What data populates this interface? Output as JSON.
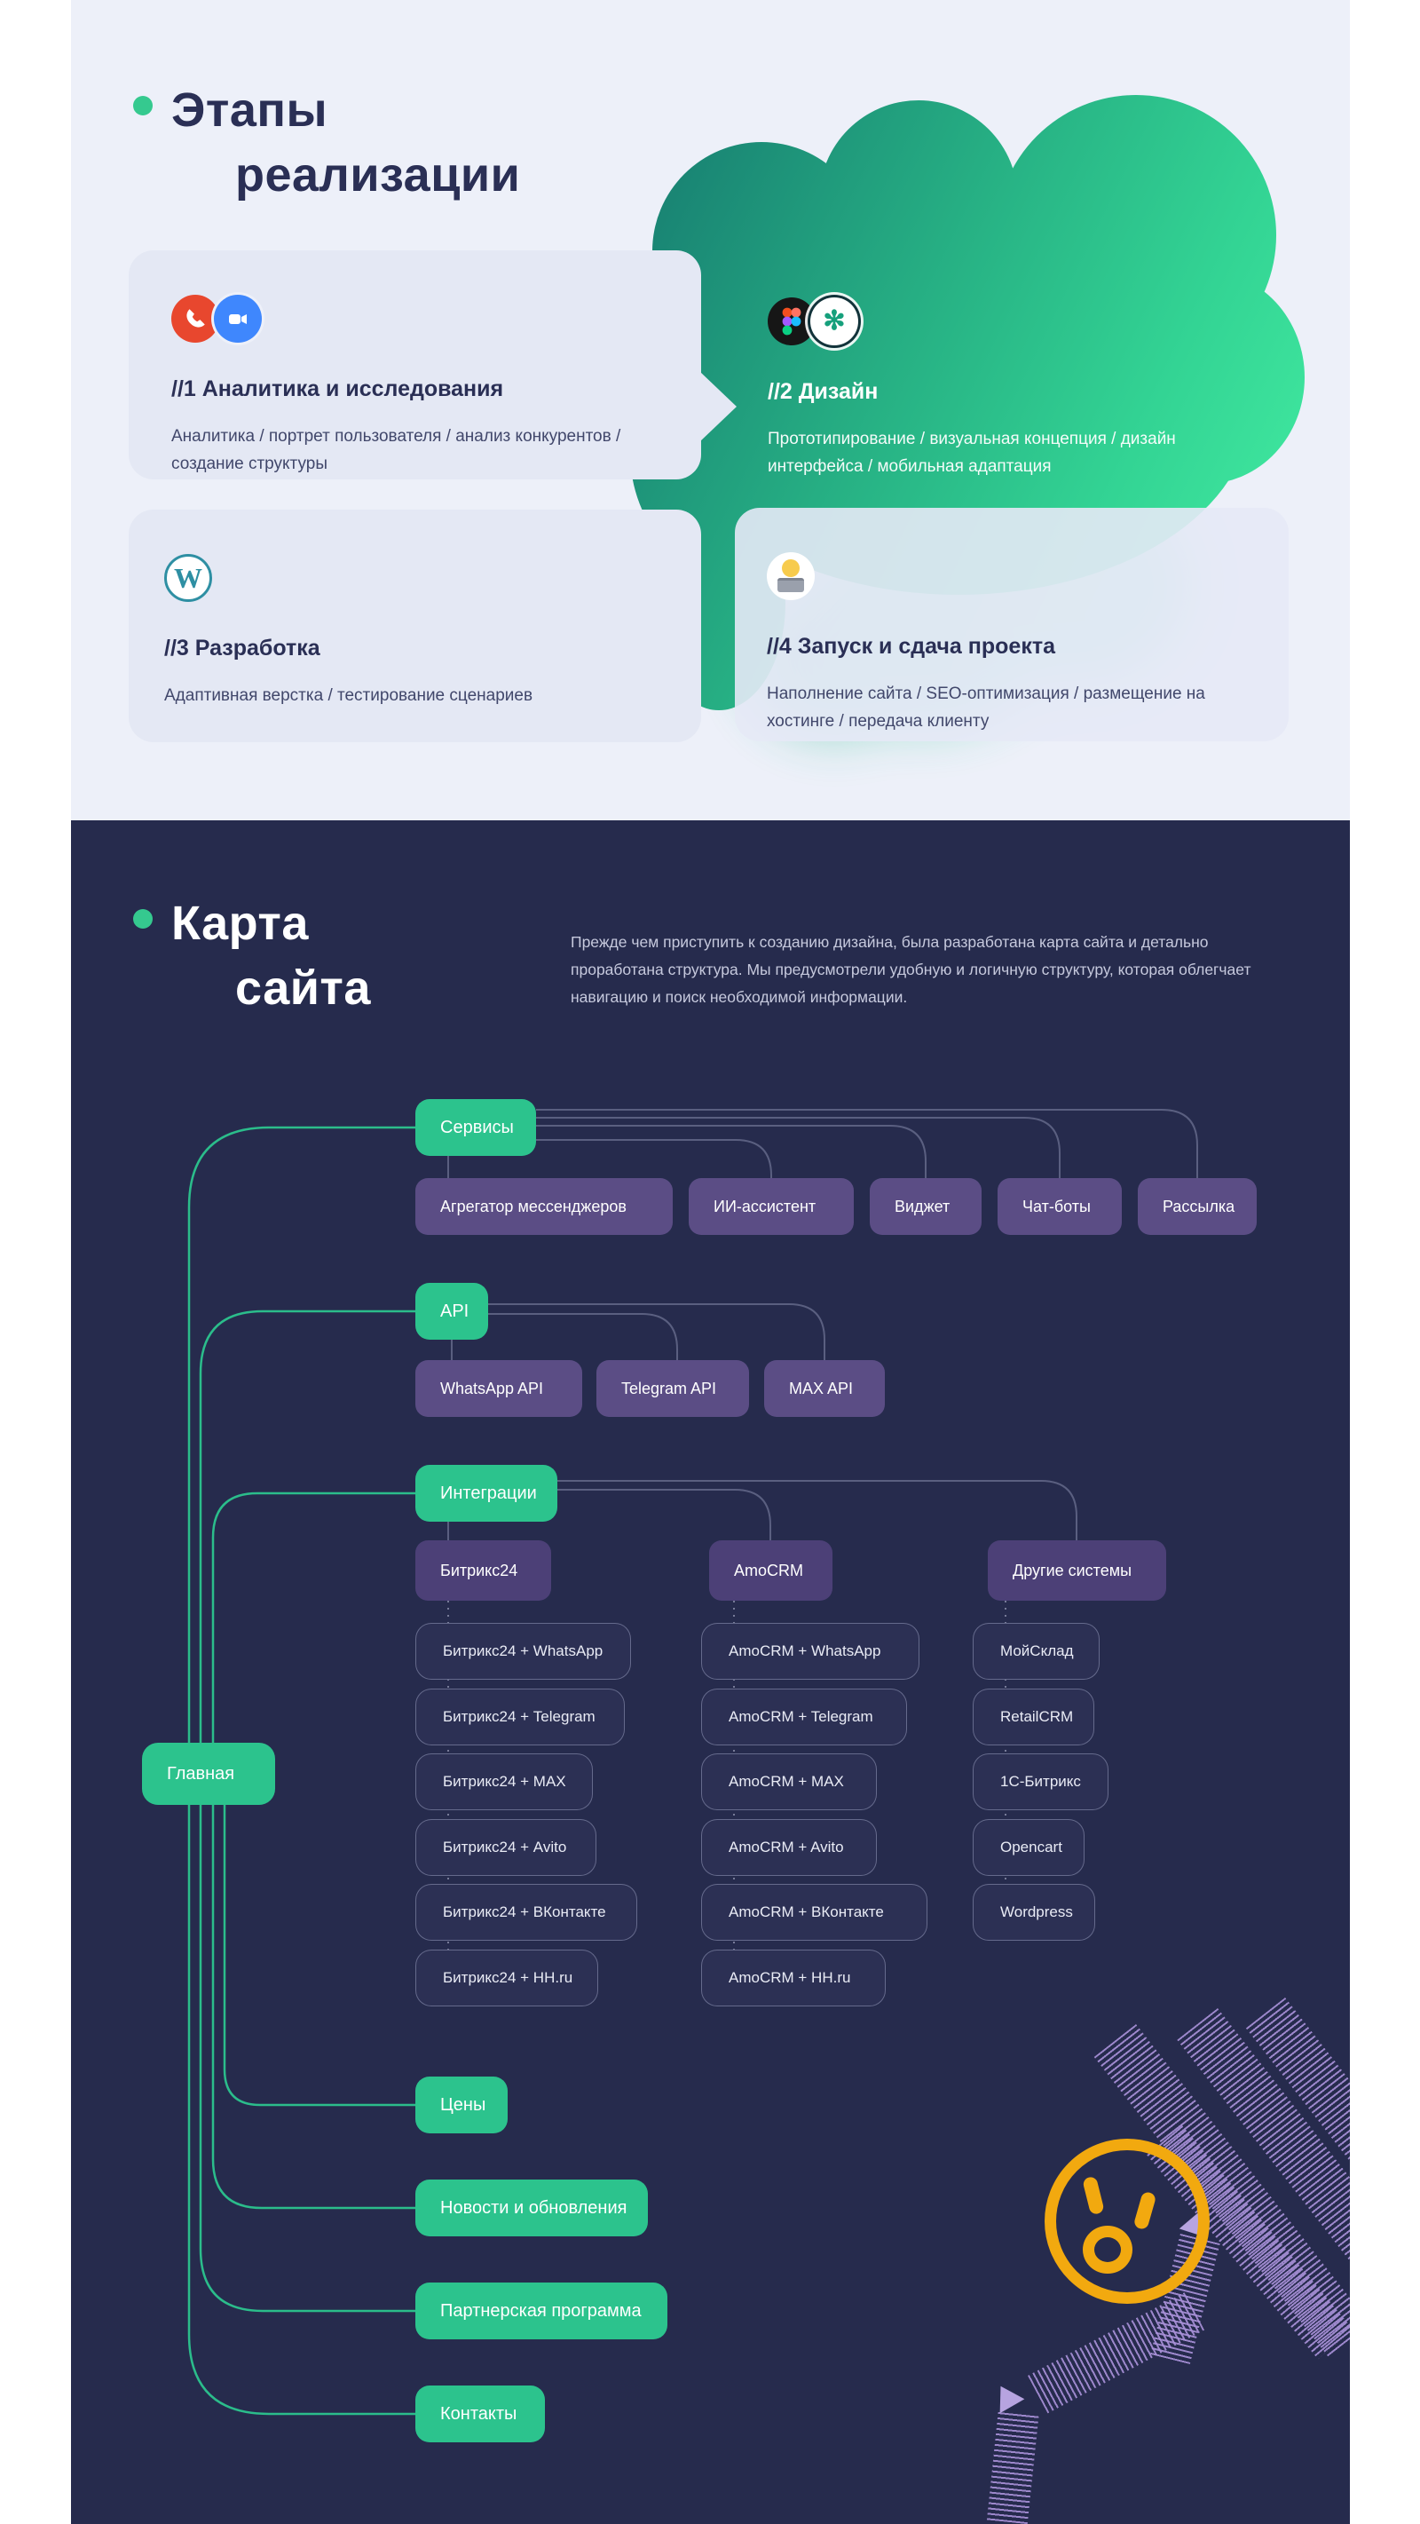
{
  "stages": {
    "title_line1": "Этапы",
    "title_line2": "реализации",
    "cards": [
      {
        "title": "//1 Аналитика и исследования",
        "body": "Аналитика / портрет пользователя / анализ конкурентов / создание структуры",
        "icons": [
          "phone-icon",
          "zoom-video-icon"
        ]
      },
      {
        "title": "//2 Дизайн",
        "body": "Прототипирование / визуальная концепция / дизайн интерфейса / мобильная адаптация",
        "icons": [
          "figma-icon",
          "chatgpt-icon"
        ]
      },
      {
        "title": "//3 Разработка",
        "body": "Адаптивная верстка / тестирование сценариев",
        "icons": [
          "wordpress-icon"
        ]
      },
      {
        "title": "//4 Запуск и сдача проекта",
        "body": "Наполнение сайта / SEO-оптимизация / размещение на хостинге / передача клиенту",
        "icons": [
          "technologist-icon"
        ]
      }
    ],
    "wordpress_letter": "W",
    "gpt_glyph": "✻"
  },
  "sitemap": {
    "title_line1": "Карта",
    "title_line2": "сайта",
    "description": "Прежде чем приступить к созданию дизайна, была разработана карта сайта и детально проработана структура. Мы предусмотрели удобную и логичную структуру, которая облегчает навигацию и поиск необходимой информации.",
    "root": "Главная",
    "services": {
      "label": "Сервисы",
      "children": [
        "Агрегатор мессенджеров",
        "ИИ-ассистент",
        "Виджет",
        "Чат-боты",
        "Рассылка"
      ]
    },
    "api": {
      "label": "API",
      "children": [
        "WhatsApp API",
        "Telegram API",
        "MAX API"
      ]
    },
    "integrations": {
      "label": "Интеграции",
      "groups": [
        {
          "label": "Битрикс24",
          "children": [
            "Битрикс24 + WhatsApp",
            "Битрикс24 + Telegram",
            "Битрикс24 + MAX",
            "Битрикс24 + Avito",
            "Битрикс24 + ВКонтакте",
            "Битрикс24 + HH.ru"
          ]
        },
        {
          "label": "AmoCRM",
          "children": [
            "AmoCRM + WhatsApp",
            "AmoCRM + Telegram",
            "AmoCRM + MAX",
            "AmoCRM + Avito",
            "AmoCRM + ВКонтакте",
            "AmoCRM + HH.ru"
          ]
        },
        {
          "label": "Другие системы",
          "children": [
            "МойСклад",
            "RetailCRM",
            "1С-Битрикс",
            "Opencart",
            "Wordpress"
          ]
        }
      ]
    },
    "pages": [
      "Цены",
      "Новости и обновления",
      "Партнерская программа",
      "Контакты"
    ]
  },
  "colors": {
    "page_bg": "#ffffff",
    "light_section_bg": "#edf0f9",
    "card_bg": "#e4e8f4",
    "dark_section_bg": "#262b4d",
    "heading_navy": "#2a2f55",
    "green_button": "#2cc38d",
    "green_line": "#2bbd8b",
    "purple_chip": "#5b4d85",
    "purple_header": "#4c4077",
    "dark_chip_bg": "#2c3054",
    "blob_gradient_start": "#177d71",
    "blob_gradient_end": "#3fe69e",
    "doodle_orange": "#f2a90f",
    "scribble_purple": "#a991d9"
  }
}
